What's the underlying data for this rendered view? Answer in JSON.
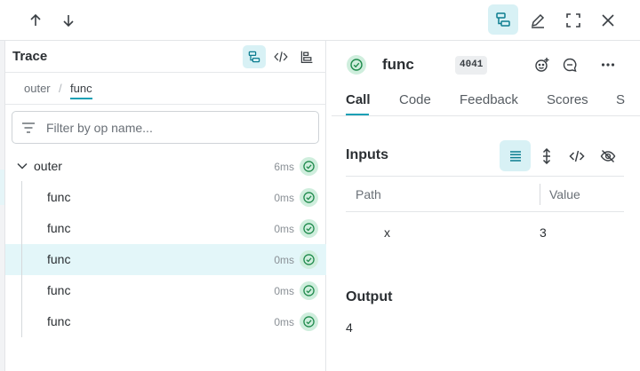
{
  "topbar": {
    "icons": [
      "arrow-up-icon",
      "arrow-down-icon",
      "trace-view-icon",
      "pencil-icon",
      "fullscreen-icon",
      "close-icon"
    ]
  },
  "trace_panel": {
    "title": "Trace",
    "view_icons": [
      "tree-view-icon",
      "code-view-icon",
      "timeline-view-icon"
    ],
    "breadcrumbs": [
      "outer",
      "/",
      "func"
    ],
    "filter_placeholder": "Filter by op name...",
    "rows": [
      {
        "name": "outer",
        "duration": "6ms",
        "status": "success"
      },
      {
        "name": "func",
        "duration": "0ms",
        "status": "success"
      },
      {
        "name": "func",
        "duration": "0ms",
        "status": "success"
      },
      {
        "name": "func",
        "duration": "0ms",
        "status": "success",
        "selected": true
      },
      {
        "name": "func",
        "duration": "0ms",
        "status": "success"
      },
      {
        "name": "func",
        "duration": "0ms",
        "status": "success"
      }
    ]
  },
  "call": {
    "name": "func",
    "id_badge": "4041",
    "tabs": [
      "Call",
      "Code",
      "Feedback",
      "Scores",
      "S"
    ],
    "active_tab": "Call",
    "inputs_title": "Inputs",
    "columns": [
      "Path",
      "Value"
    ],
    "inputs": [
      {
        "path": "x",
        "value": "3"
      }
    ],
    "output_title": "Output",
    "output_value": "4"
  },
  "colors": {
    "accent": "#18a0b5",
    "active_bg": "#d8f1f5",
    "selected_row": "#e3f6f9",
    "success_bg": "#cfeedd",
    "success_fg": "#1f8a4c"
  }
}
